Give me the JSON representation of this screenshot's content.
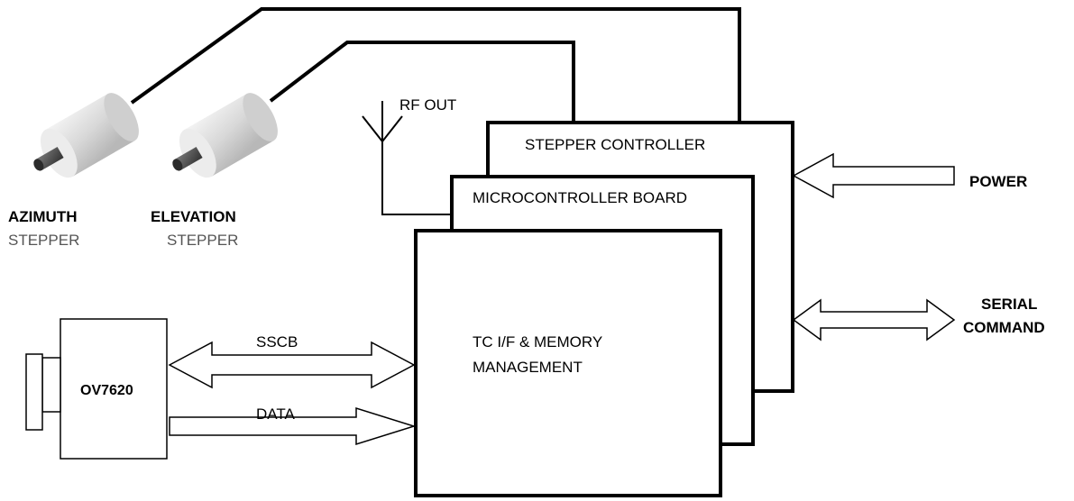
{
  "labels": {
    "rf_out": "RF OUT",
    "stepper_controller": "STEPPER CONTROLLER",
    "microcontroller_board": "MICROCONTROLLER BOARD",
    "tc_if_line1": "TC I/F & MEMORY",
    "tc_if_line2": "MANAGEMENT",
    "power": "POWER",
    "serial_line1": "SERIAL",
    "serial_line2": "COMMAND",
    "azimuth": "AZIMUTH",
    "azimuth_sub": "STEPPER",
    "elevation": "ELEVATION",
    "elevation_sub": "STEPPER",
    "camera": "OV7620",
    "sscb": "SSCB",
    "data": "DATA"
  }
}
